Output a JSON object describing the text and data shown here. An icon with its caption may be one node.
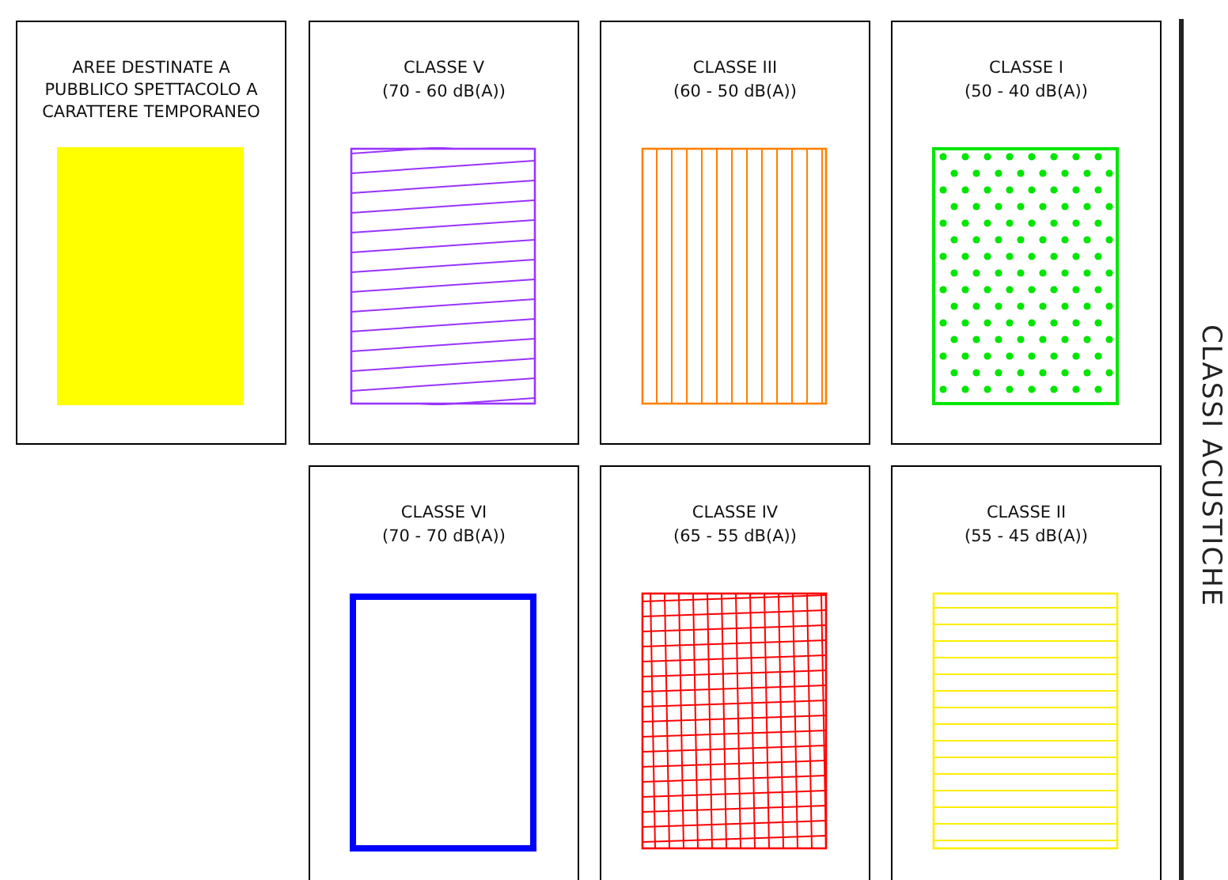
{
  "diagram": {
    "title": "CLASSI ACUSTICHE",
    "nodes": [
      {
        "text": [
          "AREE DESTINATE A PUBBLICO SPETTACOLO A CARATTERE TEMPORANEO"
        ]
      },
      {
        "text": [
          "CLASSE V",
          "(70 - 60 dB(A))"
        ]
      },
      {
        "text": [
          "CLASSE III",
          "(60 - 50 dB(A))"
        ]
      },
      {
        "text": [
          "CLASSE I",
          "(50 - 40 dB(A))"
        ]
      },
      {
        "text": [
          "CLASSE VI",
          "(70 - 70 dB(A))"
        ]
      },
      {
        "text": [
          "CLASSE IV",
          "(65 - 55 dB(A))"
        ]
      },
      {
        "text": [
          "CLASSE II",
          "(55 - 45 dB(A))"
        ]
      }
    ]
  }
}
